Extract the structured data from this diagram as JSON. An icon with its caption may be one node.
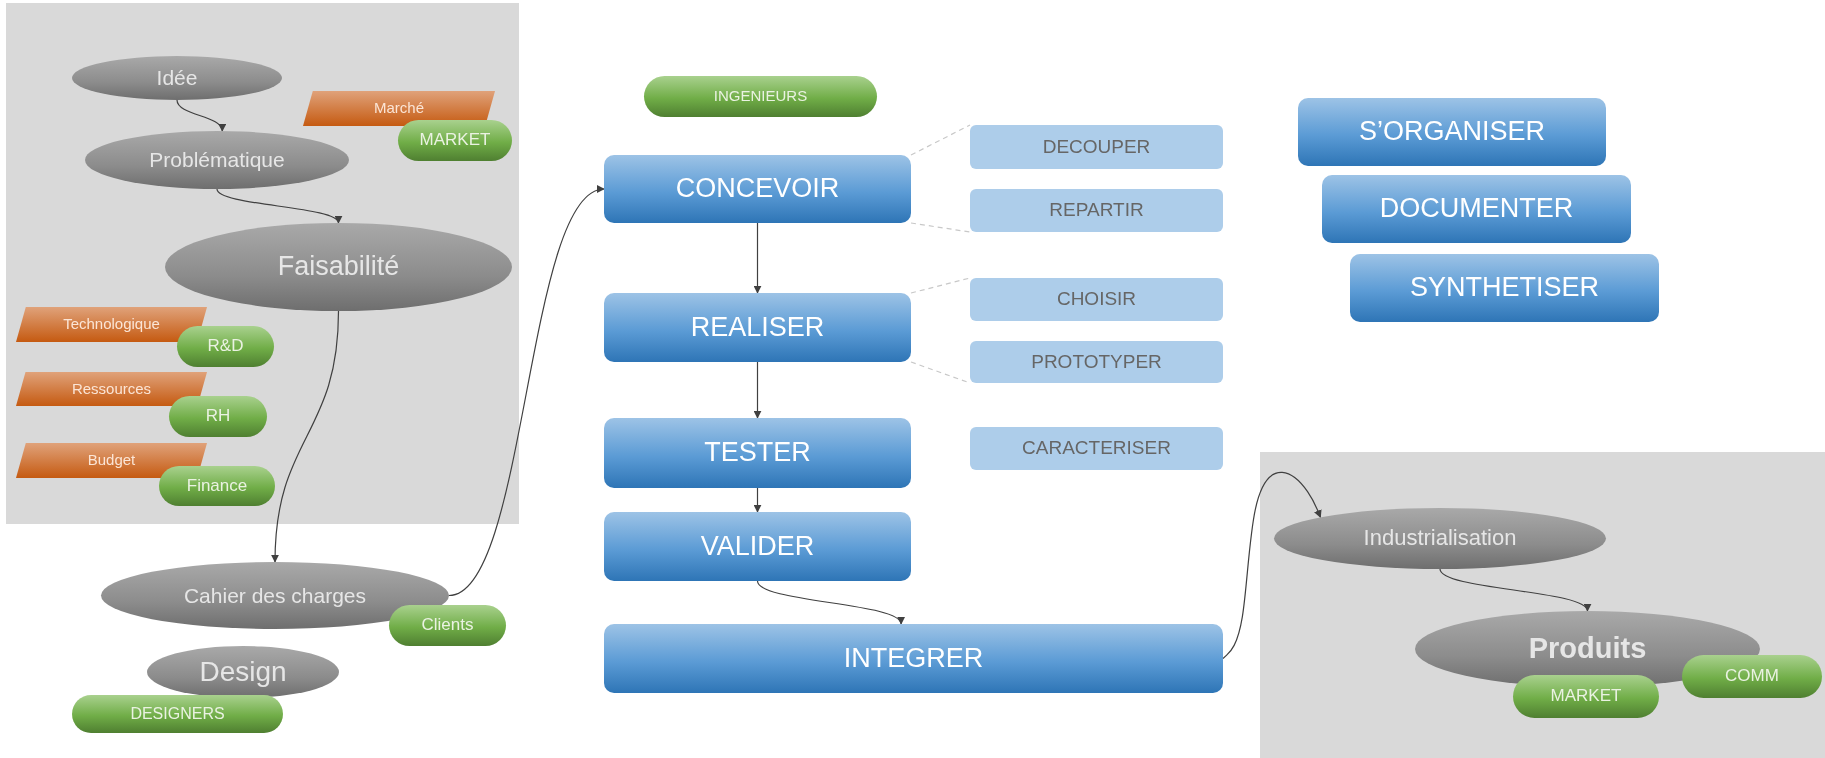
{
  "diagram": {
    "nodes": [
      {
        "text": [
          "Idée"
        ]
      },
      {
        "text": [
          "Marché"
        ]
      },
      {
        "text": [
          "MARKET"
        ]
      },
      {
        "text": [
          "Problématique"
        ]
      },
      {
        "text": [
          "Faisabilité"
        ]
      },
      {
        "text": [
          "Technologique"
        ]
      },
      {
        "text": [
          "R&D"
        ]
      },
      {
        "text": [
          "Ressources"
        ]
      },
      {
        "text": [
          "RH"
        ]
      },
      {
        "text": [
          "Budget"
        ]
      },
      {
        "text": [
          "Finance"
        ]
      },
      {
        "text": [
          "Cahier des charges"
        ]
      },
      {
        "text": [
          "Clients"
        ]
      },
      {
        "text": [
          "Design"
        ]
      },
      {
        "text": [
          "DESIGNERS"
        ]
      },
      {
        "text": [
          "INGENIEURS"
        ]
      },
      {
        "text": [
          "CONCEVOIR"
        ]
      },
      {
        "text": [
          "DECOUPER"
        ]
      },
      {
        "text": [
          "REPARTIR"
        ]
      },
      {
        "text": [
          "S’ORGANISER"
        ]
      },
      {
        "text": [
          "DOCUMENTER"
        ]
      },
      {
        "text": [
          "SYNTHETISER"
        ]
      },
      {
        "text": [
          "REALISER"
        ]
      },
      {
        "text": [
          "CHOISIR"
        ]
      },
      {
        "text": [
          "PROTOTYPER"
        ]
      },
      {
        "text": [
          "TESTER"
        ]
      },
      {
        "text": [
          "CARACTERISER"
        ]
      },
      {
        "text": [
          "VALIDER"
        ]
      },
      {
        "text": [
          "INTEGRER"
        ]
      },
      {
        "text": [
          "Industrialisation"
        ]
      },
      {
        "text": [
          "Produits"
        ]
      },
      {
        "text": [
          "MARKET"
        ]
      },
      {
        "text": [
          "COMM"
        ]
      }
    ],
    "edges": [
      {
        "from": 0,
        "to": 3,
        "arrow": "to"
      },
      {
        "from": 3,
        "to": 4,
        "arrow": "to"
      },
      {
        "from": 4,
        "to": 11,
        "arrow": "to"
      },
      {
        "from": 11,
        "to": 16,
        "arrow": "to"
      },
      {
        "from": 16,
        "to": 22,
        "arrow": "to"
      },
      {
        "from": 22,
        "to": 25,
        "arrow": "to"
      },
      {
        "from": 25,
        "to": 27,
        "arrow": "to"
      },
      {
        "from": 27,
        "to": 28,
        "arrow": "to"
      },
      {
        "from": 28,
        "to": 29,
        "arrow": "to"
      },
      {
        "from": 29,
        "to": 30,
        "arrow": "to"
      },
      {
        "from": 16,
        "to": 17,
        "arrow": "none",
        "style": "dashed",
        "color": "#c8c8c8"
      },
      {
        "from": 16,
        "to": 18,
        "arrow": "none",
        "style": "dashed",
        "color": "#c8c8c8"
      },
      {
        "from": 22,
        "to": 23,
        "arrow": "none",
        "style": "dashed",
        "color": "#c8c8c8"
      },
      {
        "from": 22,
        "to": 24,
        "arrow": "none",
        "style": "dashed",
        "color": "#c8c8c8"
      }
    ]
  }
}
